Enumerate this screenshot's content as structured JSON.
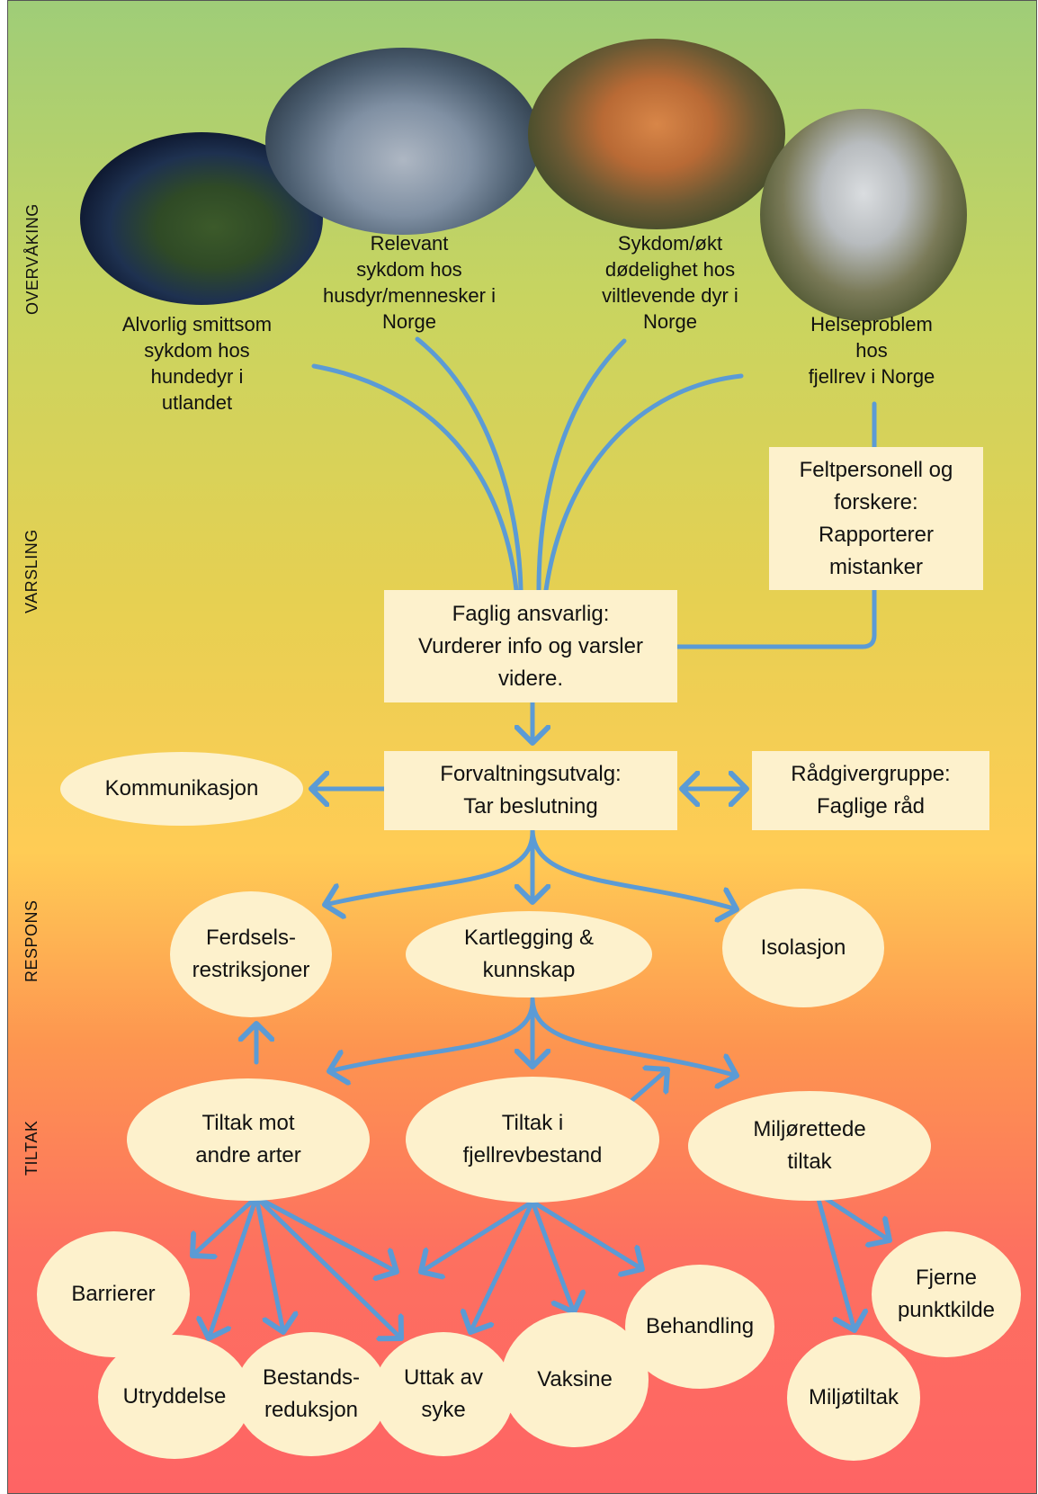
{
  "stages": {
    "overvaking": "OVERVÅKING",
    "varsling": "VARSLING",
    "respons": "RESPONS",
    "tiltak": "TILTAK"
  },
  "photos": [
    {
      "name": "europe-map-photo",
      "caption": "Alvorlig  smittsom\nsykdom hos\nhundedyr i\nutlandet"
    },
    {
      "name": "city-photo",
      "caption": "Relevant\nsykdom hos\nhusdyr/mennesker i\nNorge"
    },
    {
      "name": "red-fox-photo",
      "caption": "Sykdom/økt\ndødelighet hos\nviltlevende  dyr i\nNorge"
    },
    {
      "name": "arctic-fox-photo",
      "caption": "Helseproblem\nhos\nfjellrev  i Norge"
    }
  ],
  "boxes": {
    "feltpersonell": "Feltpersonell og\nforskere:\nRapporterer\nmistanker",
    "faglig": "Faglig ansvarlig:\nVurderer info og varsler\nvidere.",
    "forvaltning": "Forvaltningsutvalg:\nTar beslutning",
    "radgiver": "Rådgivergruppe:\nFaglige råd"
  },
  "nodes": {
    "kommunikasjon": "Kommunikasjon",
    "ferdsel": "Ferdsels-\nrestriksjoner",
    "kartlegging": "Kartlegging &\nkunnskap",
    "isolasjon": "Isolasjon",
    "tiltak_andre": "Tiltak mot\nandre arter",
    "tiltak_fjellrev": "Tiltak i\nfjellrevbestand",
    "miljo_tiltak": "Miljørettede\ntiltak",
    "barrierer": "Barrierer",
    "utryddelse": "Utryddelse",
    "bestand": "Bestands-\nreduksjon",
    "uttak": "Uttak av\nsyke",
    "vaksine": "Vaksine",
    "behandling": "Behandling",
    "fjerne": "Fjerne\npunktkilde",
    "miljotiltak": "Miljøtiltak"
  },
  "colors": {
    "arrow": "#5b9bd5",
    "node_fill": "#fdf1cc"
  }
}
